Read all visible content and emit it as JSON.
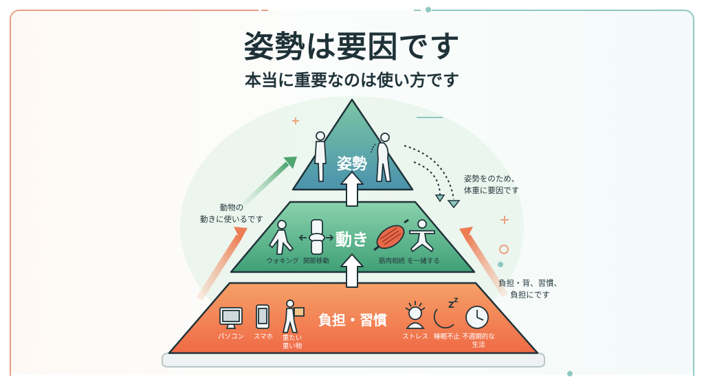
{
  "title": "姿勢は要因です",
  "subtitle": "本当に重要なのは使い方です",
  "pyramid": {
    "top": {
      "label": "姿勢",
      "color": "#4f9bb0"
    },
    "middle": {
      "label": "動き",
      "color": "#5dbb8f",
      "items": [
        "ウォキング",
        "関節移動",
        "筋肉相続",
        "を一緒する"
      ]
    },
    "bottom": {
      "label": "負担・習慣",
      "color": "#f07a50",
      "items": [
        "パソコン",
        "スマホ",
        "重たい\n重い物",
        "ストレス",
        "睡眠不止",
        "不週期的な\n生活"
      ]
    }
  },
  "notes": {
    "left": "動物の\n動きに使いるです",
    "right_top": "姿勢をのため、\n体重に要因です",
    "right_bottom": "負担・背、習慣、\n負担にです"
  },
  "icons": [
    "standing-person-icon",
    "slouching-person-icon",
    "walking-person-icon",
    "knee-joint-icon",
    "muscle-icon",
    "exercise-pose-icon",
    "monitor-icon",
    "smartphone-icon",
    "person-carrying-box-icon",
    "stressed-person-icon",
    "sleep-moon-icon",
    "clock-icon"
  ],
  "colors": {
    "orange_arrow": "#ec8a62",
    "green_arrow": "#56ab79",
    "accent_teal": "#8ec8c3",
    "accent_orange": "#e8a082"
  }
}
